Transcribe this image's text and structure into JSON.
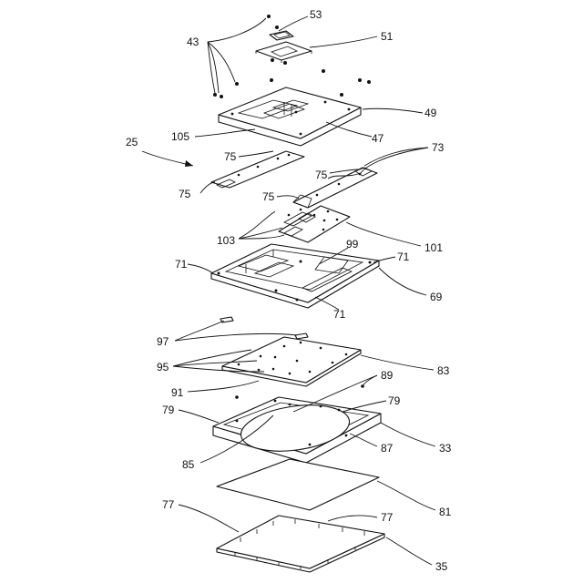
{
  "figure": {
    "labels": {
      "l53": "53",
      "l43": "43",
      "l51": "51",
      "l49": "49",
      "l105": "105",
      "l47": "47",
      "l25": "25",
      "l73": "73",
      "l75a": "75",
      "l75b": "75",
      "l75c": "75",
      "l75d": "75",
      "l103": "103",
      "l101": "101",
      "l99": "99",
      "l71a": "71",
      "l71b": "71",
      "l71c": "71",
      "l69": "69",
      "l97": "97",
      "l95": "95",
      "l83": "83",
      "l91": "91",
      "l89": "89",
      "l79a": "79",
      "l79b": "79",
      "l33": "33",
      "l85": "85",
      "l87": "87",
      "l81": "81",
      "l77a": "77",
      "l77b": "77",
      "l35": "35"
    }
  }
}
